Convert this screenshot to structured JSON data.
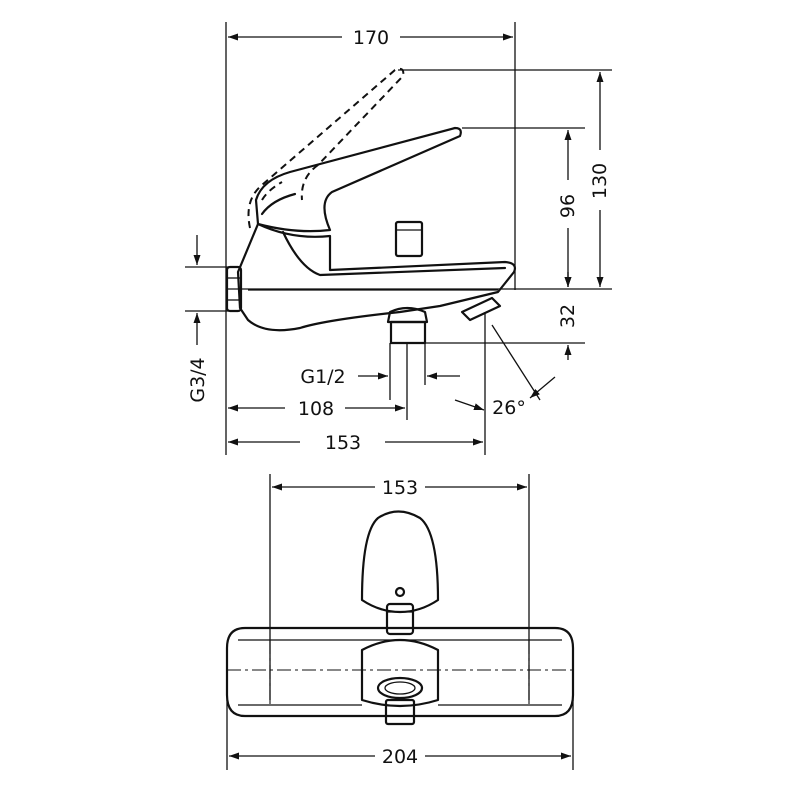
{
  "dimensions": {
    "side_width_170": "170",
    "height_130": "130",
    "height_96": "96",
    "height_32": "32",
    "thread_inlet": "G3/4",
    "thread_outlet": "G1/2",
    "depth_108": "108",
    "depth_153_side": "153",
    "angle_26": "26°",
    "top_width_153": "153",
    "top_width_204": "204"
  },
  "colors": {
    "line": "#111111",
    "background": "#ffffff"
  }
}
